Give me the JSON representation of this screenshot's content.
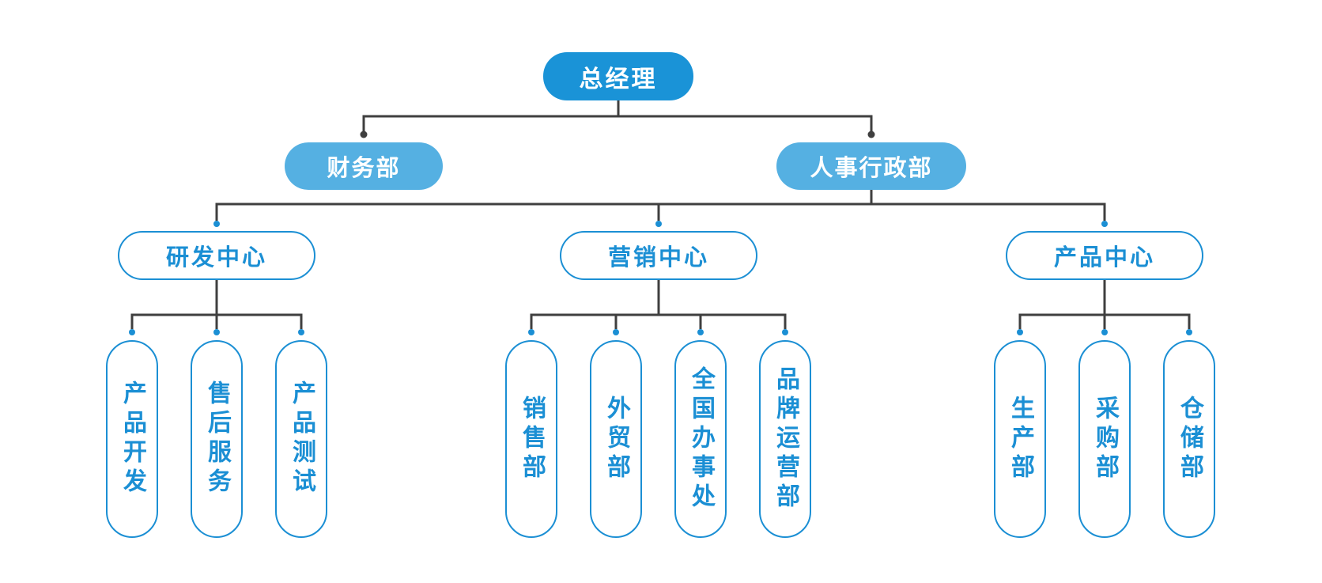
{
  "palette": {
    "primary_dark": "#1a93d7",
    "primary_light": "#55b0e2",
    "outline_blue": "#1b8fd4",
    "connector": "#3f3f3f",
    "background": "#ffffff"
  },
  "org_chart": {
    "root": {
      "label": "总经理"
    },
    "departments": [
      {
        "label": "财务部",
        "children": []
      },
      {
        "label": "人事行政部",
        "children": [
          {
            "label": "研发中心",
            "children": [
              {
                "label": "产品开发"
              },
              {
                "label": "售后服务"
              },
              {
                "label": "产品测试"
              }
            ]
          },
          {
            "label": "营销中心",
            "children": [
              {
                "label": "销售部"
              },
              {
                "label": "外贸部"
              },
              {
                "label": "全国办事处"
              },
              {
                "label": "品牌运营部"
              }
            ]
          },
          {
            "label": "产品中心",
            "children": [
              {
                "label": "生产部"
              },
              {
                "label": "采购部"
              },
              {
                "label": "仓储部"
              }
            ]
          }
        ]
      }
    ]
  }
}
